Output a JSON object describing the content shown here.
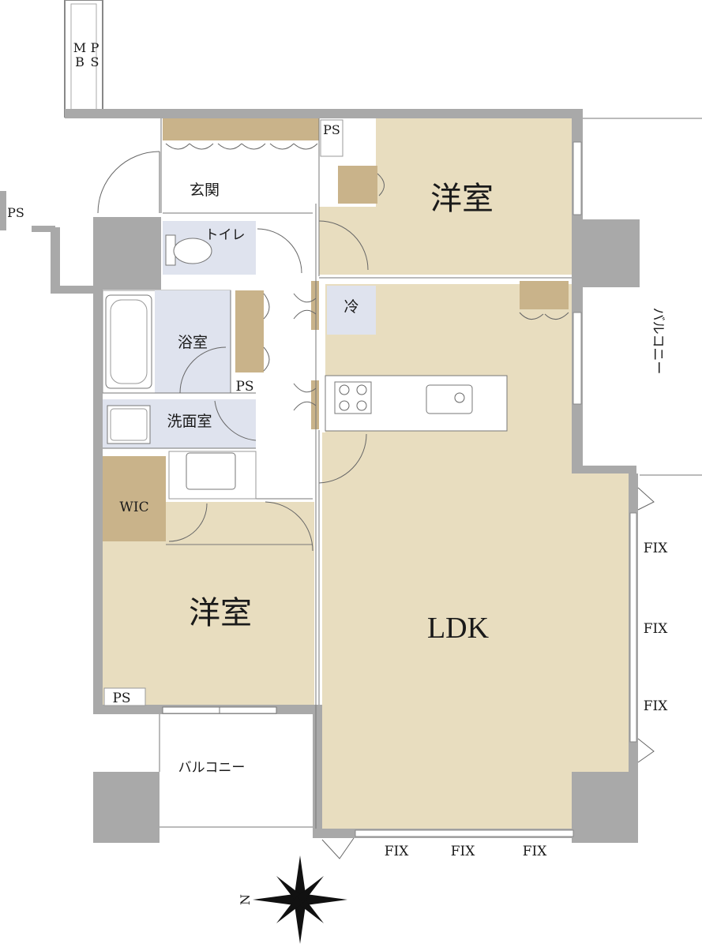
{
  "labels": {
    "western_room_1": "洋室",
    "western_room_2": "洋室",
    "ldk": "LDK",
    "entrance": "玄関",
    "toilet": "トイレ",
    "bathroom": "浴室",
    "washroom": "洗面室",
    "wic": "WIC",
    "fridge": "冷",
    "balcony_east": "バルコニー",
    "balcony_south": "バルコニー",
    "ps_top": "PS",
    "ps_left": "PS",
    "ps_mid": "PS",
    "ps_room": "PS",
    "mb_m": "M",
    "mb_b": "B",
    "mb_p": "P",
    "mb_s": "S",
    "fix": [
      "FIX",
      "FIX",
      "FIX",
      "FIX",
      "FIX",
      "FIX"
    ],
    "compass_n": "N"
  },
  "colors": {
    "room_floor": "#e8ddbf",
    "wet_area": "#dfe3ee",
    "storage": "#c9b38a",
    "wall": "#a9a9a9"
  }
}
